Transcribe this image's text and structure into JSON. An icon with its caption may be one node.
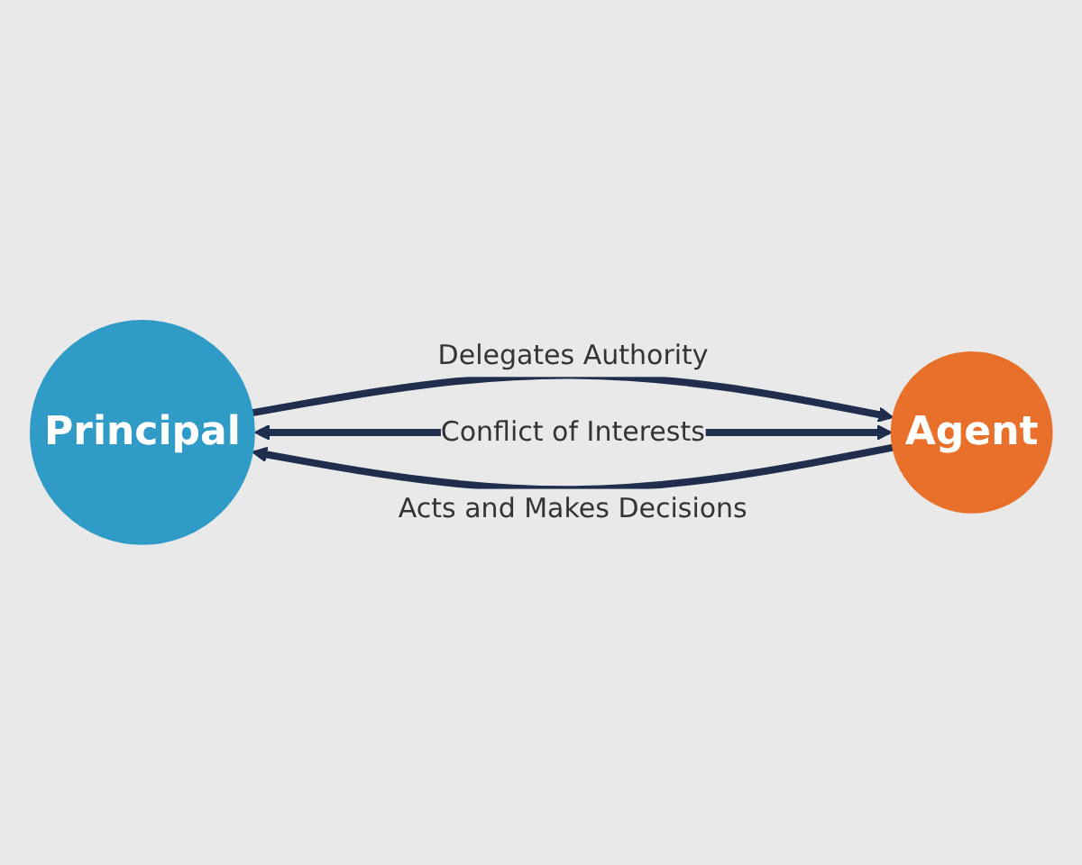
{
  "diagram": {
    "nodes": [
      {
        "text": [
          "Principal"
        ]
      },
      {
        "text": [
          "Agent"
        ]
      }
    ],
    "edges": [
      {
        "from": 0,
        "to": 1,
        "arrow": "to",
        "label": "Delegates Authority"
      },
      {
        "from": 0,
        "to": 1,
        "arrow": "both",
        "label": "Conflict of Interests"
      },
      {
        "from": 1,
        "to": 0,
        "arrow": "to",
        "label": "Acts and Makes Decisions"
      }
    ]
  }
}
